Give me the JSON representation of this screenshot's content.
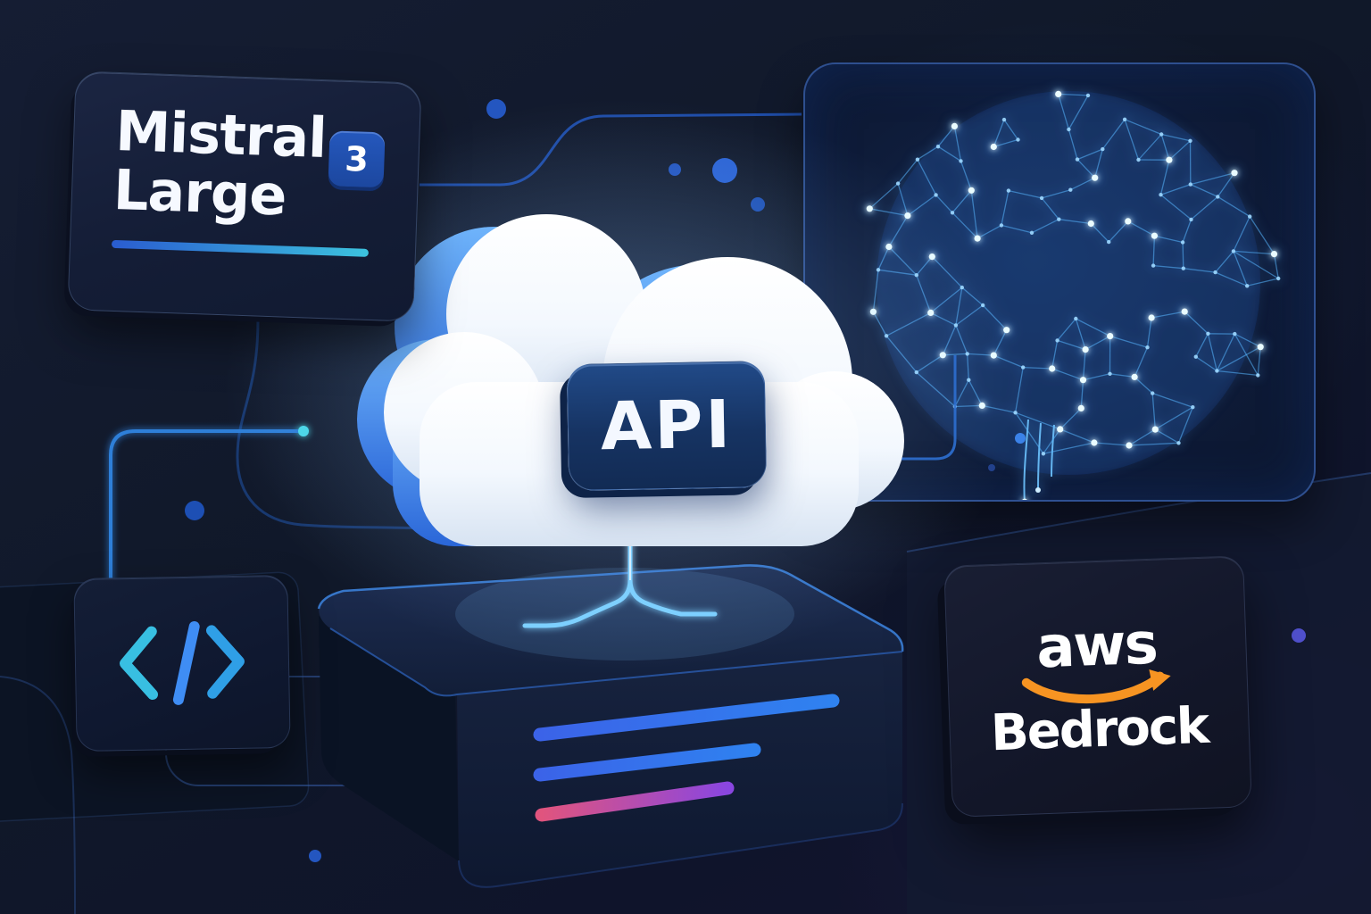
{
  "illustration": {
    "mistral_card": {
      "title_line1": "Mistral",
      "title_line2": "Large",
      "version_badge": "3"
    },
    "cloud_api": {
      "label": "API"
    },
    "aws_card": {
      "brand": "aws",
      "product": "Bedrock"
    },
    "icons": {
      "code": "code-brackets-icon",
      "brain": "neural-network-brain-icon",
      "cloud": "cloud-icon",
      "smile": "aws-smile-arrow-icon"
    },
    "colors": {
      "background": "#0f1729",
      "card_navy": "#151e36",
      "accent_blue": "#2f7ff0",
      "accent_cyan": "#3dc4de",
      "glow_cyan": "#7cd0ff",
      "aws_orange": "#f79422",
      "line_pink": "#e0547e",
      "line_purple": "#8a46e0",
      "badge_blue": "#1e4fae",
      "api_badge_navy": "#1b3c72"
    }
  }
}
